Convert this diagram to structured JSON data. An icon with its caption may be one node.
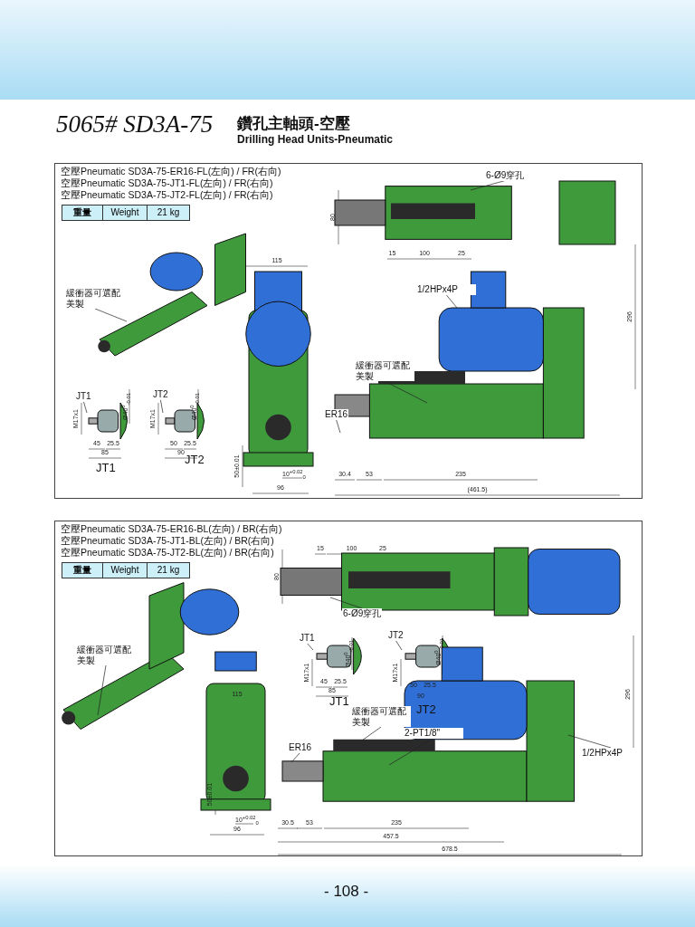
{
  "diagram": {
    "title": "5065# SD3A-75",
    "nodes": [
      {
        "text": [
          "6-Ø9穿孔"
        ]
      },
      {
        "text": [
          "1/2HPx4P"
        ]
      },
      {
        "text": [
          "緩衝器可選配美製"
        ]
      },
      {
        "text": [
          "緩衝器可選配美製"
        ]
      },
      {
        "text": [
          "ER16"
        ]
      },
      {
        "text": [
          "JT1"
        ]
      },
      {
        "text": [
          "JT2"
        ]
      },
      {
        "text": [
          "緩衝器可選配美製"
        ]
      },
      {
        "text": [
          "6-Ø9穿孔"
        ]
      },
      {
        "text": [
          "JT1"
        ]
      },
      {
        "text": [
          "JT2"
        ]
      },
      {
        "text": [
          "緩衝器可選配美製"
        ]
      },
      {
        "text": [
          "2-PT1/8\""
        ]
      },
      {
        "text": [
          "ER16"
        ]
      },
      {
        "text": [
          "1/2HPx4P"
        ]
      }
    ],
    "edges": [
      {
        "from": 0,
        "to": null,
        "arrow": "none"
      },
      {
        "from": 1,
        "to": null,
        "arrow": "none"
      },
      {
        "from": 2,
        "to": null,
        "arrow": "none"
      },
      {
        "from": 3,
        "to": null,
        "arrow": "none"
      },
      {
        "from": 4,
        "to": null,
        "arrow": "none"
      },
      {
        "from": 5,
        "to": null,
        "arrow": "none"
      },
      {
        "from": 6,
        "to": null,
        "arrow": "none"
      },
      {
        "from": 7,
        "to": null,
        "arrow": "none"
      },
      {
        "from": 8,
        "to": null,
        "arrow": "none"
      },
      {
        "from": 9,
        "to": null,
        "arrow": "none"
      },
      {
        "from": 10,
        "to": null,
        "arrow": "none"
      },
      {
        "from": 11,
        "to": null,
        "arrow": "none"
      },
      {
        "from": 12,
        "to": null,
        "arrow": "none"
      },
      {
        "from": 13,
        "to": null,
        "arrow": "none"
      },
      {
        "from": 14,
        "to": null,
        "arrow": "none"
      }
    ],
    "labels": [
      "鑽孔主軸頭-空壓",
      "Drilling Head Units-Pneumatic",
      "空壓Pneumatic SD3A-75-ER16-FL(左向) / FR(右向)",
      "空壓Pneumatic SD3A-75-JT1-FL(左向) / FR(右向)",
      "空壓Pneumatic SD3A-75-JT2-FL(左向) / FR(右向)",
      "重量",
      "Weight",
      "21 kg",
      "80",
      "15",
      "100",
      "25",
      "115",
      "296",
      "Ø40$^{0}$$_{-0.01}$",
      "M17x1",
      "45",
      "25.5",
      "85",
      "JT1",
      "Ø40$^{0}$$_{-0.01}$",
      "M17x1",
      "50",
      "25.5",
      "90",
      "JT2",
      "50±0.01",
      "10$^{+0.02}$$_{0}$",
      "96",
      "30.4",
      "53",
      "235",
      "(461.5)",
      "空壓Pneumatic SD3A-75-ER16-BL(左向) / BR(右向)",
      "空壓Pneumatic SD3A-75-JT1-BL(左向) / BR(右向)",
      "空壓Pneumatic SD3A-75-JT2-BL(左向) / BR(右向)",
      "重量",
      "Weight",
      "21 kg",
      "15",
      "100",
      "25",
      "80",
      "115",
      "Ø40$^{0}$$_{-0.01}$",
      "M17x1",
      "45",
      "25.5",
      "85",
      "JT1",
      "Ø40$^{0}$$_{-0.01}$",
      "M17x1",
      "50",
      "25.5",
      "90",
      "JT2",
      "50±0.01",
      "10$^{+0.02}$$_{0}$",
      "96",
      "296",
      "30.5",
      "53",
      "235",
      "457.5",
      "678.5",
      "- 108 -"
    ]
  }
}
